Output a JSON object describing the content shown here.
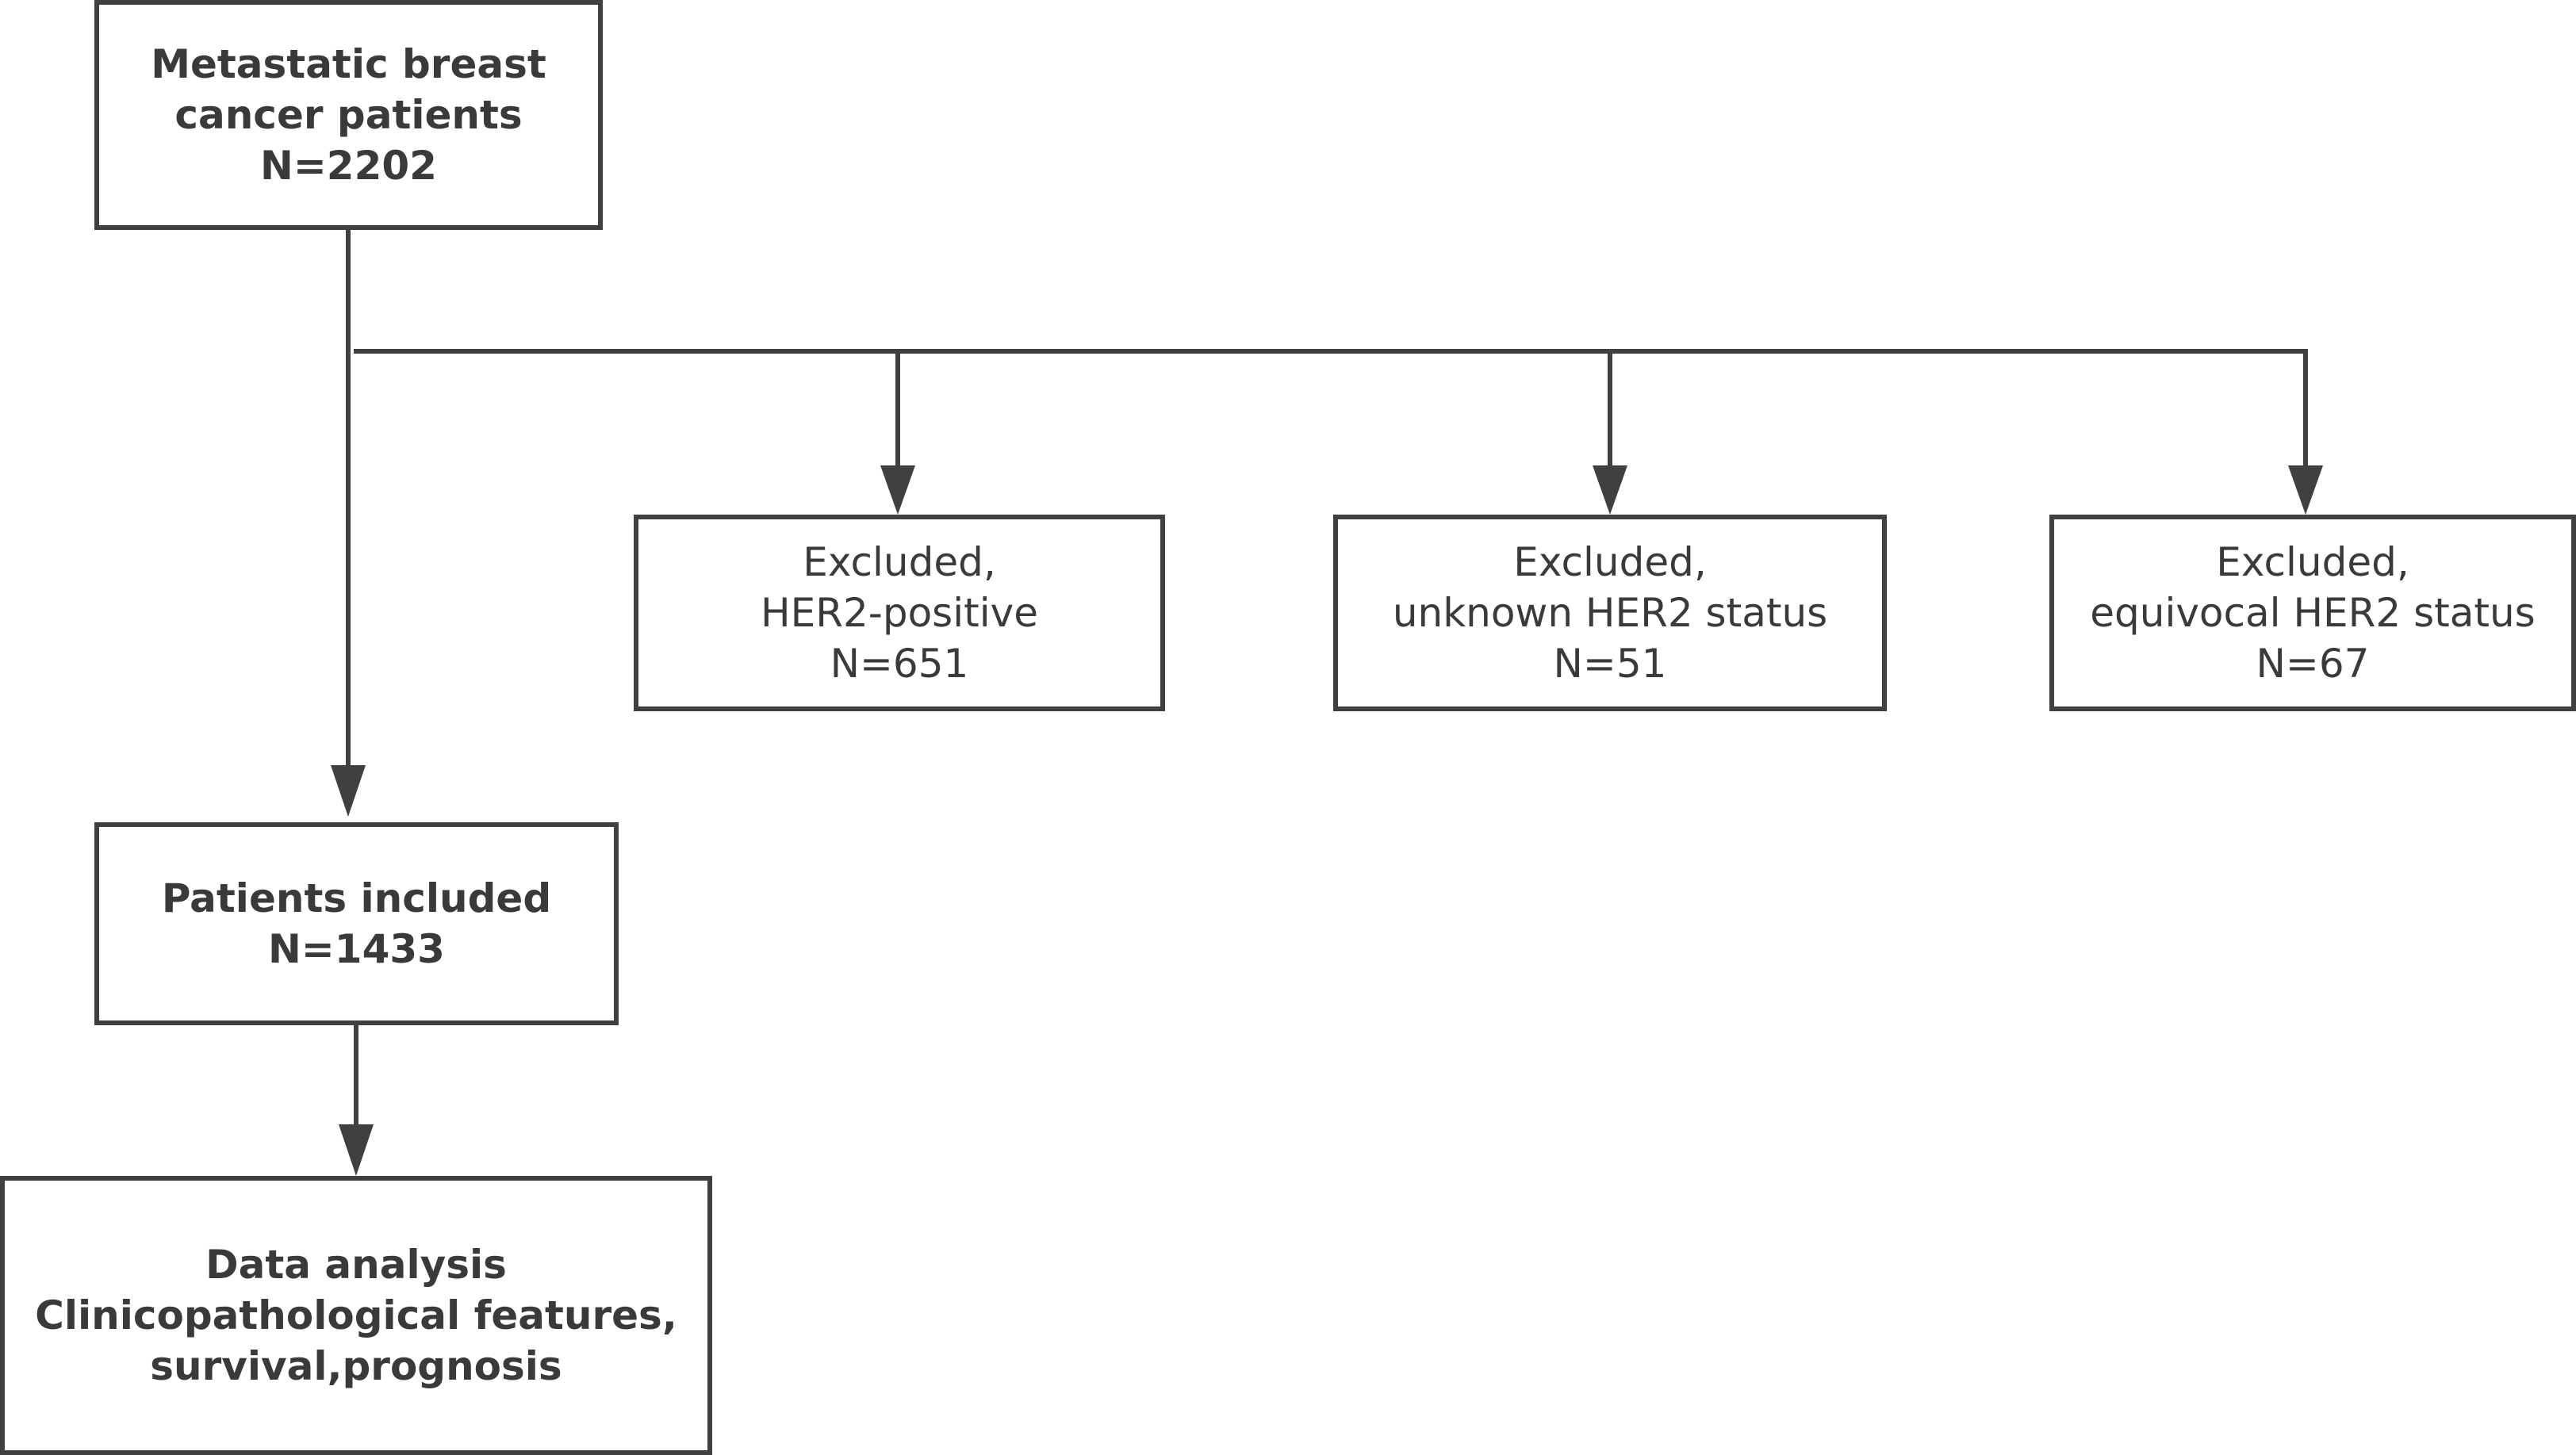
{
  "boxes": {
    "start": {
      "line1": "Metastatic breast",
      "line2": "cancer patients",
      "line3": "N=2202"
    },
    "excluded_her2_positive": {
      "line1": "Excluded,",
      "line2": "HER2-positive",
      "line3": "N=651"
    },
    "excluded_unknown": {
      "line1": "Excluded,",
      "line2": "unknown HER2 status",
      "line3": "N=51"
    },
    "excluded_equivocal": {
      "line1": "Excluded,",
      "line2": "equivocal HER2 status",
      "line3": "N=67"
    },
    "included": {
      "line1": "Patients included",
      "line2": "N=1433"
    },
    "analysis": {
      "line1": "Data analysis",
      "line2": "Clinicopathological features,",
      "line3": "survival,prognosis"
    }
  },
  "colors": {
    "line": "#404040",
    "text": "#3a3a3a",
    "background": "#ffffff"
  }
}
